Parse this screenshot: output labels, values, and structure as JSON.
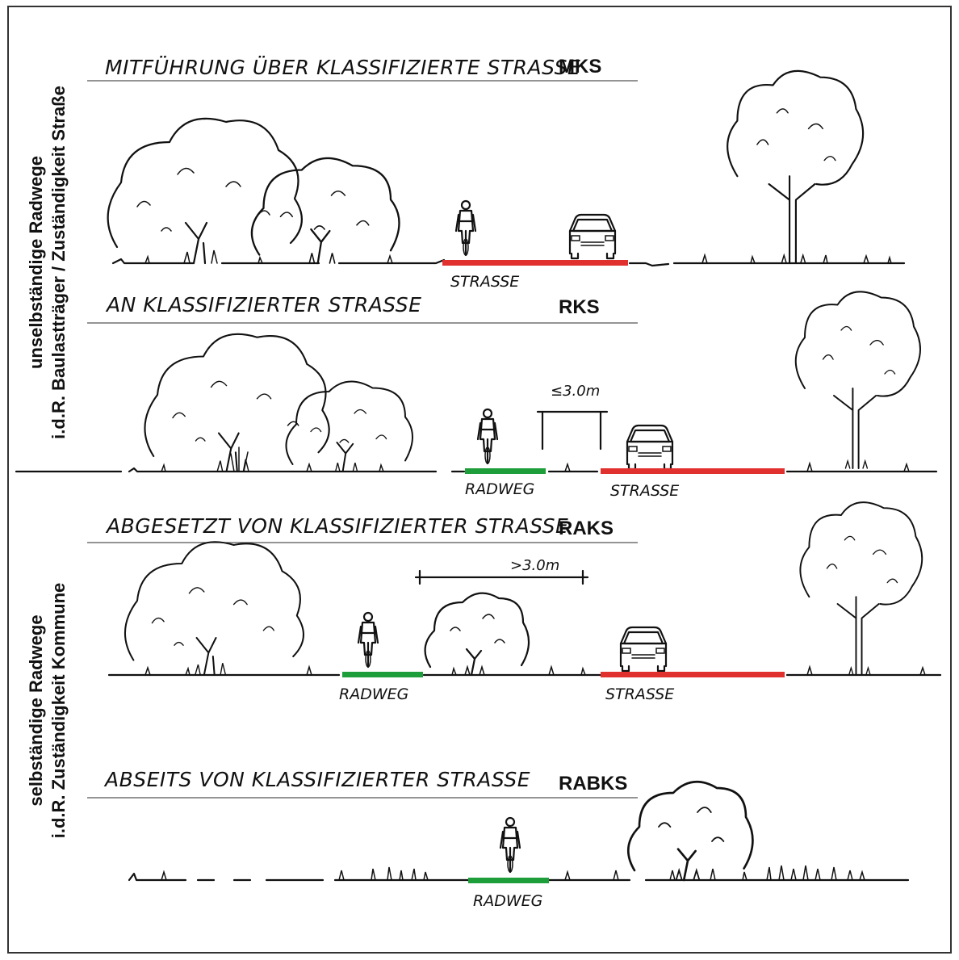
{
  "side_labels": {
    "top": {
      "line1": "unselbständige Radwege",
      "line2": "i.d.R. Baulastträger / Zuständigkeit Straße"
    },
    "bottom": {
      "line1": "selbständige Radwege",
      "line2": "i.d.R. Zuständigkeit Kommune"
    }
  },
  "sections": [
    {
      "title": "MITFÜHRUNG ÜBER KLASSIFIZIERTE STRASSE",
      "code": "MKS",
      "labels": {
        "road": "STRASSE"
      }
    },
    {
      "title": "AN KLASSIFIZIERTER STRASSE",
      "code": "RKS",
      "labels": {
        "bikeway": "RADWEG",
        "road": "STRASSE"
      },
      "dimension": "≤3.0m"
    },
    {
      "title": "ABGESETZT VON KLASSIFIZIERTER STRASSE",
      "code": "RAKS",
      "labels": {
        "bikeway": "RADWEG",
        "road": "STRASSE"
      },
      "dimension": ">3.0m"
    },
    {
      "title": "ABSEITS VON KLASSIFIZIERTER STRASSE",
      "code": "RABKS",
      "labels": {
        "bikeway": "RADWEG"
      }
    }
  ],
  "colors": {
    "road": "#e0312f",
    "bikeway": "#1e9e3a",
    "ink": "#111111",
    "frame": "#333333"
  },
  "icons": [
    "tree-icon",
    "bush-icon",
    "cyclist-icon",
    "car-icon"
  ]
}
